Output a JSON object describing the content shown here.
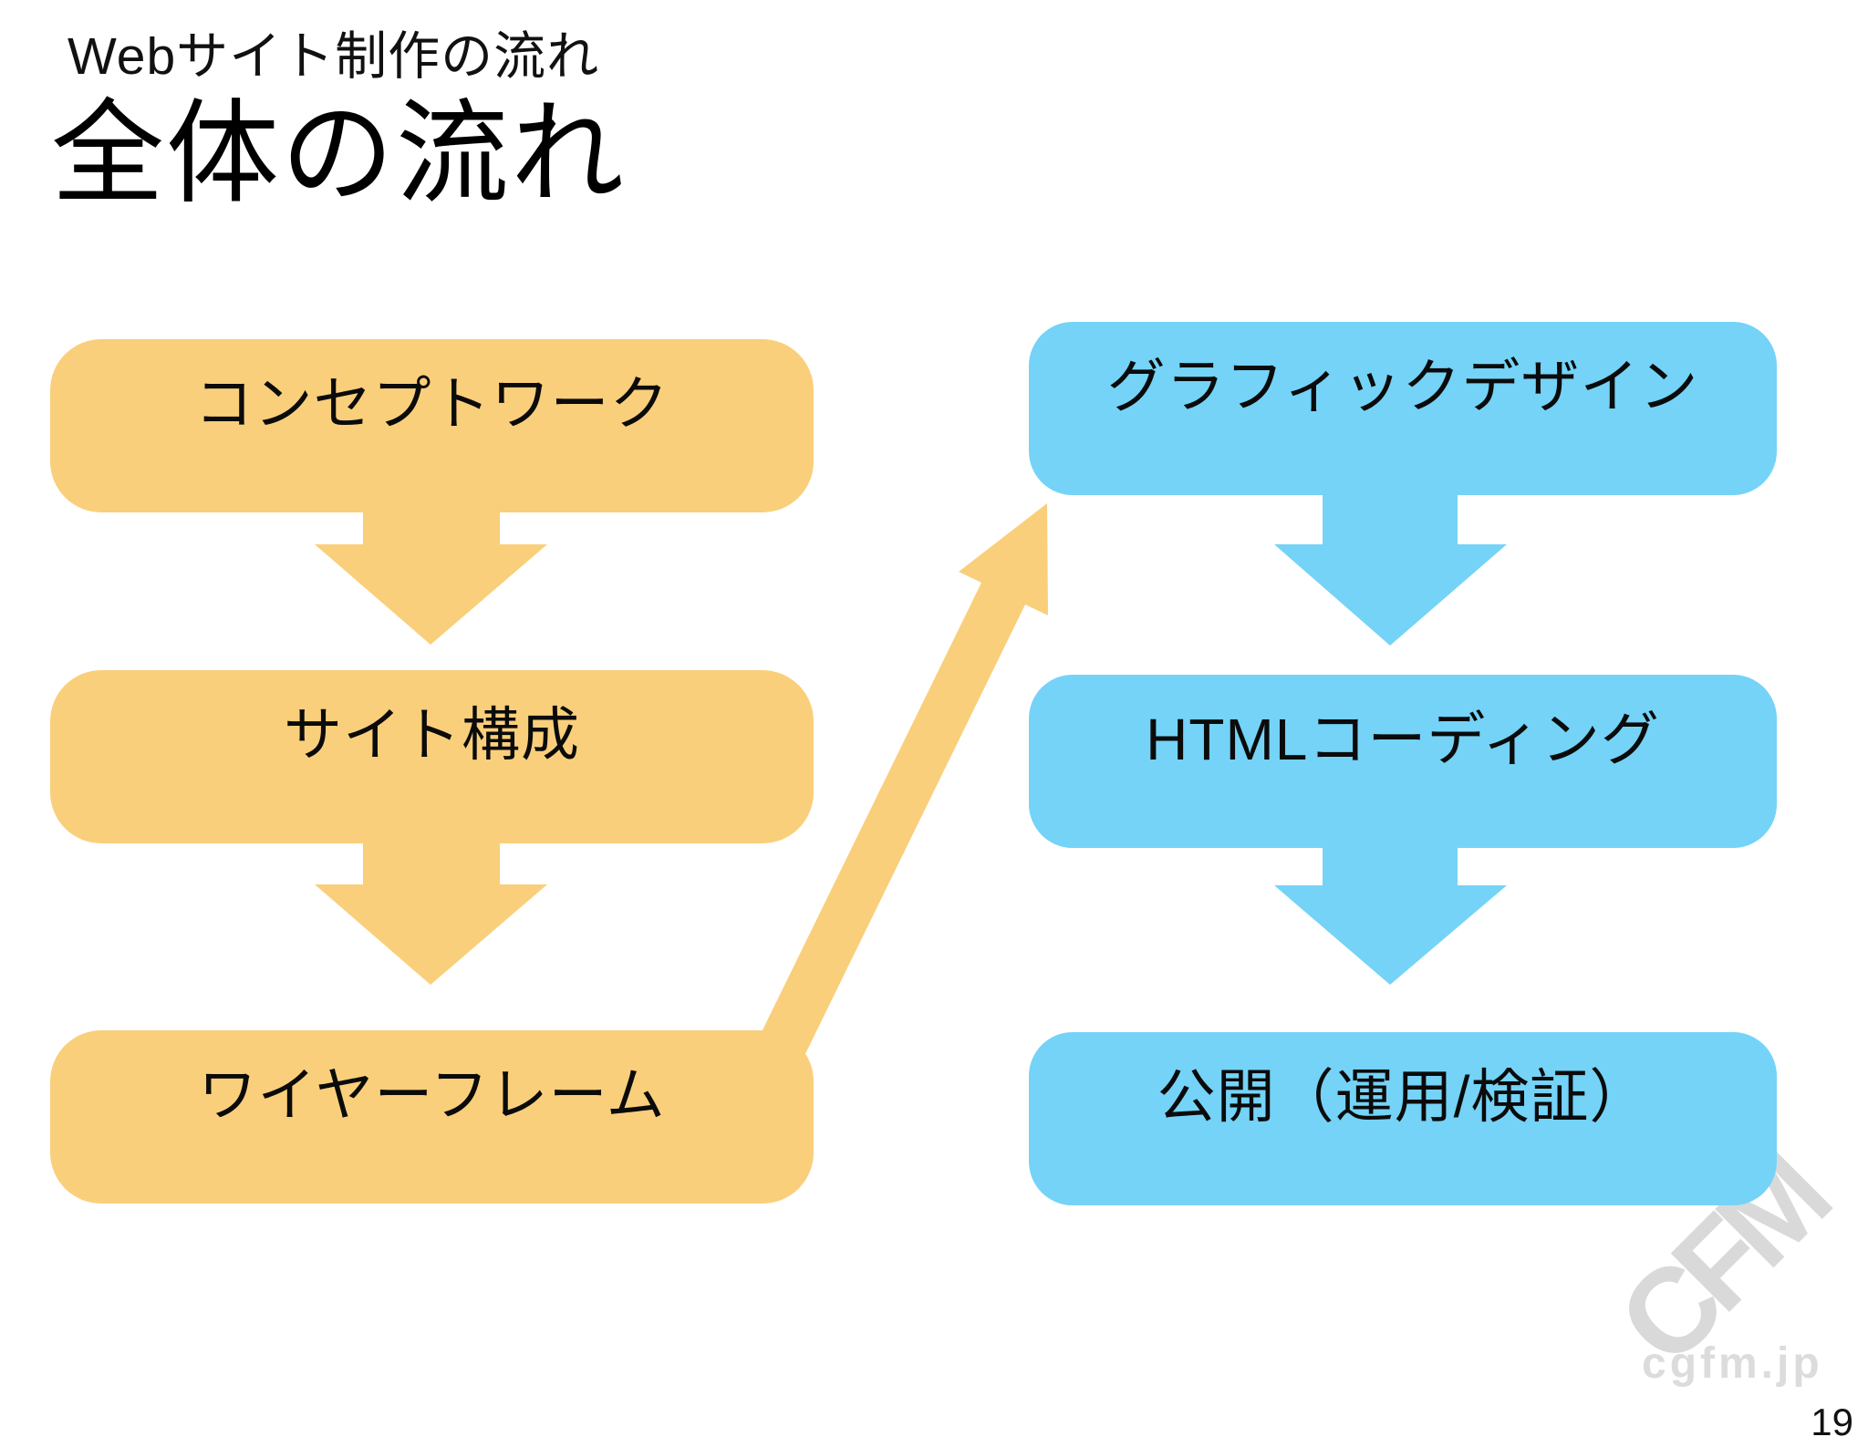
{
  "slide": {
    "subtitle": "Webサイト制作の流れ",
    "title": "全体の流れ",
    "page_number": "19"
  },
  "flow": {
    "left": {
      "color": "#FACF7B",
      "steps": [
        "コンセプトワーク",
        "サイト構成",
        "ワイヤーフレーム"
      ]
    },
    "right": {
      "color": "#74D3F7",
      "steps": [
        "グラフィックデザイン",
        "HTMLコーディング",
        "公開（運用/検証）"
      ]
    },
    "connector": {
      "from": "ワイヤーフレーム",
      "to": "グラフィックデザイン",
      "color": "#FACF7B"
    }
  },
  "watermark": {
    "logo_text": "CFM",
    "site_text": "cgfm.jp",
    "color": "#D9D9D9"
  },
  "colors": {
    "background": "#FFFFFF",
    "text": "#111111",
    "left_box": "#FACF7B",
    "right_box": "#74D3F7"
  }
}
